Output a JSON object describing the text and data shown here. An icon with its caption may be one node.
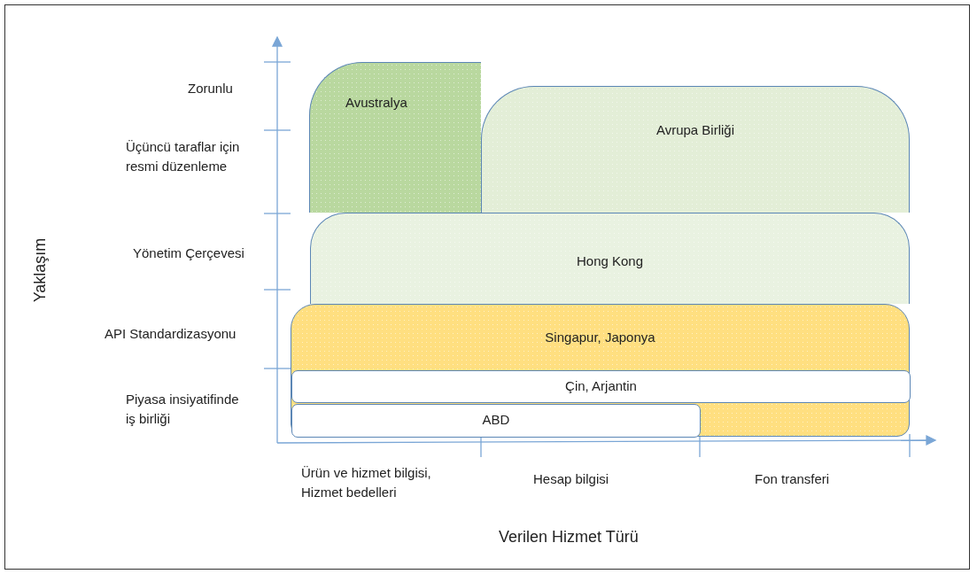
{
  "diagram": {
    "nodes": [
      {
        "text": [
          "Avustralya"
        ]
      },
      {
        "text": [
          "Avrupa Birliği"
        ]
      },
      {
        "text": [
          "Hong Kong"
        ]
      },
      {
        "text": [
          "Singapur, Japonya"
        ]
      },
      {
        "text": [
          "Çin, Arjantin"
        ],
        "in": 3
      },
      {
        "text": [
          "ABD"
        ],
        "in": 3
      }
    ],
    "labels": [
      "Zorunlu",
      "Üçüncü taraflar için resmi düzenleme",
      "Yönetim Çerçevesi",
      "API Standardizasyonu",
      "Piyasa insiyatifinde iş birliği",
      "Yaklaşım",
      "Ürün ve hizmet bilgisi, Hizmet bedelleri",
      "Hesap bilgisi",
      "Fon transferi",
      "Verilen Hizmet Türü"
    ]
  }
}
